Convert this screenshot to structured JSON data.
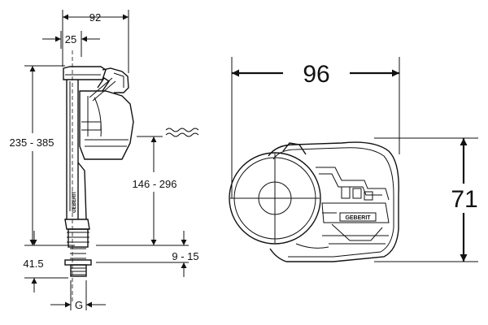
{
  "side_view": {
    "dims": {
      "top_width": "92",
      "offset": "25",
      "height_range": "235 - 385",
      "water_level": "146 - 296",
      "bottom_gap": "9 - 15",
      "thread_len": "41.5",
      "thread_size": "G"
    },
    "brand_text": "GEBERIT"
  },
  "top_view": {
    "dims": {
      "width": "96",
      "height": "71"
    },
    "brand_text": "GEBERIT"
  },
  "colors": {
    "line": "#111111",
    "background": "#ffffff"
  }
}
